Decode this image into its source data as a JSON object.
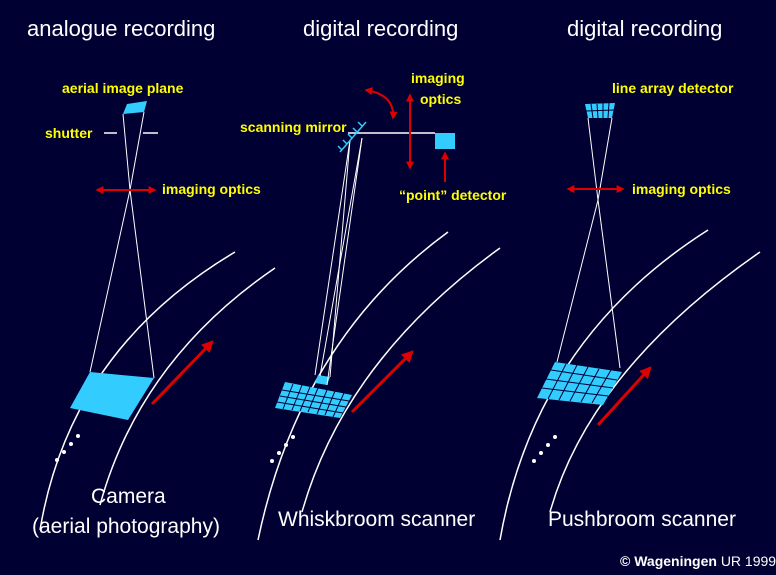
{
  "headers": [
    "analogue recording",
    "digital recording",
    "digital recording"
  ],
  "panel1": {
    "labels": {
      "aerial_image_plane": "aerial image plane",
      "shutter": "shutter",
      "imaging_optics": "imaging optics"
    },
    "caption_line1": "Camera",
    "caption_line2": "(aerial photography)"
  },
  "panel2": {
    "labels": {
      "scanning_mirror": "scanning mirror",
      "imaging_line1": "imaging",
      "imaging_line2": "optics",
      "point_detector": "“point” detector"
    },
    "caption": "Whiskbroom scanner"
  },
  "panel3": {
    "labels": {
      "line_array_detector": "line array detector",
      "imaging_optics": "imaging optics"
    },
    "caption": "Pushbroom scanner"
  },
  "copyright": {
    "symbol": "©",
    "org": "Wageningen",
    "suffix": "UR 1999"
  },
  "colors": {
    "background": "#000033",
    "label": "#ffff00",
    "arrow": "#dd0000",
    "footprint": "#33ccff",
    "line": "#ffffff"
  }
}
